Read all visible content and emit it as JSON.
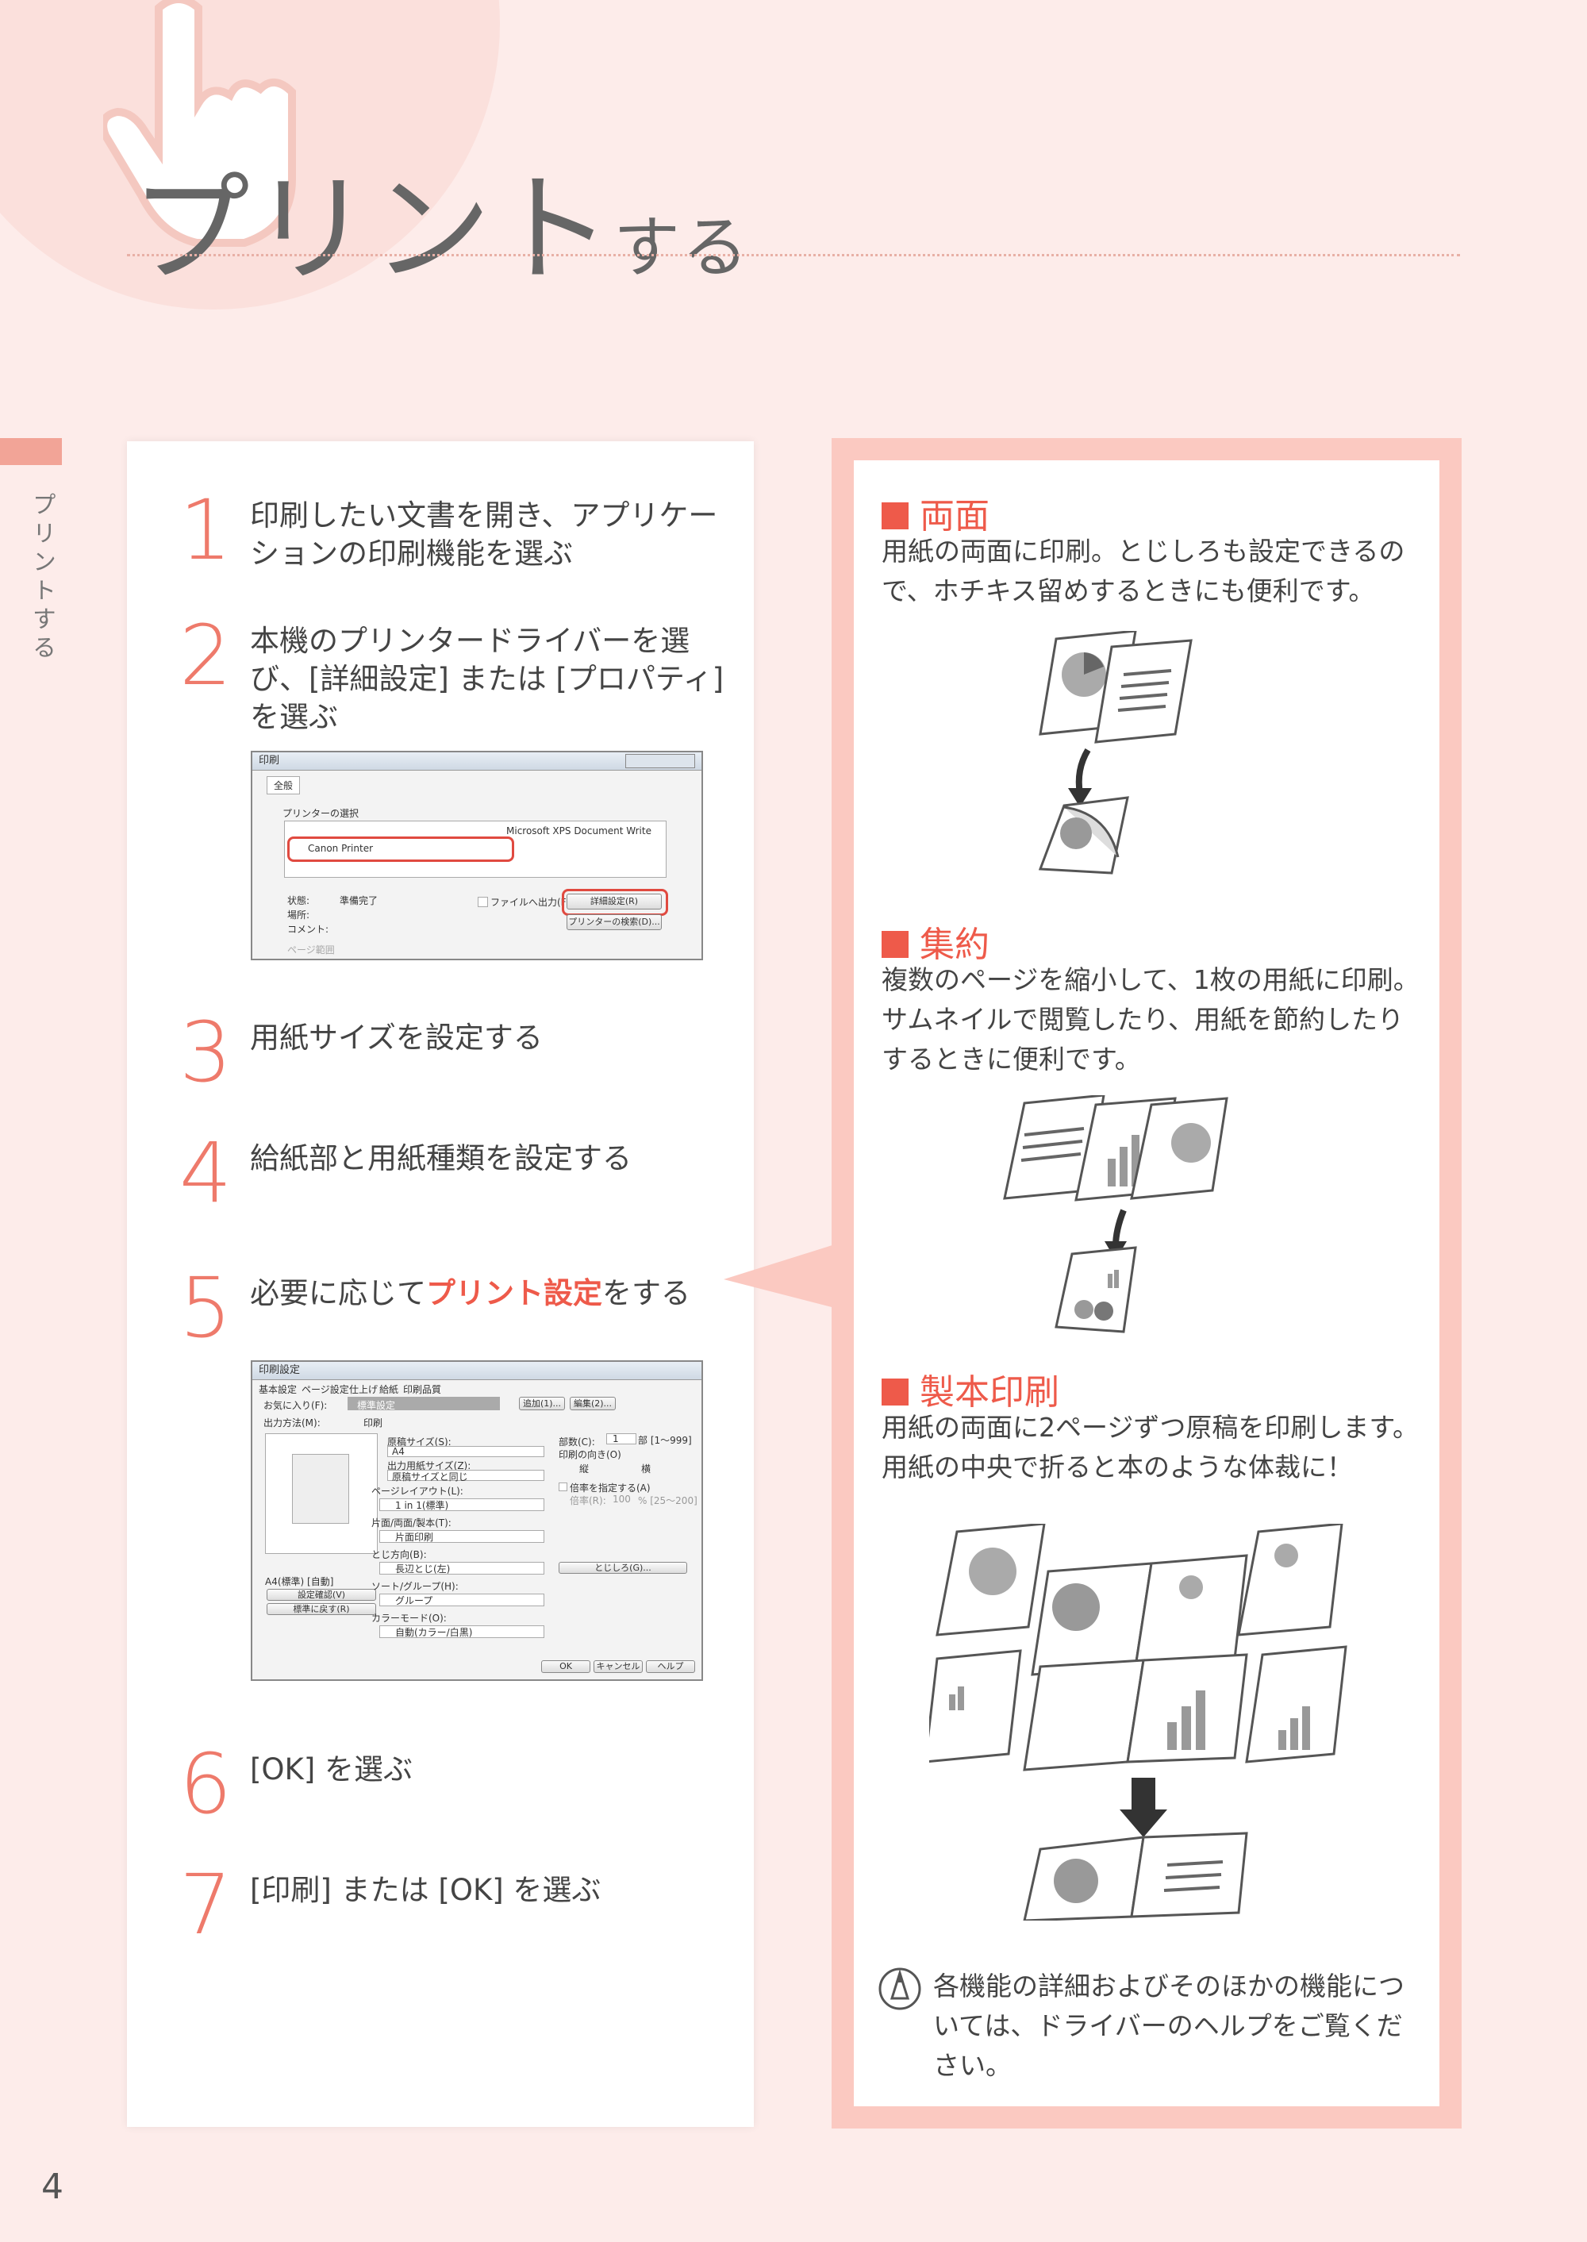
{
  "header": {
    "title": "プリント",
    "title_suffix": "する"
  },
  "sidebar": {
    "label": "プリントする"
  },
  "steps": [
    {
      "num": "1",
      "text": "印刷したい文書を開き、アプリケーションの印刷機能を選ぶ"
    },
    {
      "num": "2",
      "text": "本機のプリンタードライバーを選び、[詳細設定] または [プロパティ] を選ぶ"
    },
    {
      "num": "3",
      "text": "用紙サイズを設定する"
    },
    {
      "num": "4",
      "text": "給紙部と用紙種類を設定する"
    },
    {
      "num": "5",
      "text_before": "必要に応じて",
      "text_highlight": "プリント設定",
      "text_after": "をする"
    },
    {
      "num": "6",
      "text": "[OK] を選ぶ"
    },
    {
      "num": "7",
      "text": "[印刷] または [OK] を選ぶ"
    }
  ],
  "print_dialog": {
    "title": "印刷",
    "tab": "全般",
    "group": "プリンターの選択",
    "printer_other": "Microsoft XPS Document Write",
    "printer_selected": "Canon Printer",
    "status_label": "状態:",
    "status_value": "準備完了",
    "location_label": "場所:",
    "comment_label": "コメント:",
    "print_to_file": "ファイルへ出力(F)",
    "prefs_button": "詳細設定(R)",
    "find_button": "プリンターの検索(D)...",
    "page_range": "ページ範囲"
  },
  "settings_dialog": {
    "title": "印刷設定",
    "tabs": [
      "基本設定",
      "ページ設定",
      "仕上げ",
      "給紙",
      "印刷品質"
    ],
    "fav_label": "お気に入り(F):",
    "fav_value": "標準設定",
    "add_button": "追加(1)...",
    "edit_button": "編集(2)...",
    "output_label": "出力方法(M):",
    "output_value": "印刷",
    "paper_size_label": "原稿サイズ(S):",
    "paper_size_value": "A4",
    "output_size_label": "出力用紙サイズ(Z):",
    "output_size_value": "原稿サイズと同じ",
    "copies_label": "部数(C):",
    "copies_value": "1",
    "copies_range": "部 [1～999]",
    "orientation_label": "印刷の向き(O)",
    "orientation_portrait": "縦",
    "orientation_landscape": "横",
    "layout_label": "ページレイアウト(L):",
    "layout_value": "1 in 1(標準)",
    "duplex_label": "片面/両面/製本(T):",
    "duplex_value": "片面印刷",
    "binding_label": "とじ方向(B):",
    "binding_value": "長辺とじ(左)",
    "sort_label": "ソート/グループ(H):",
    "sort_value": "グループ",
    "color_label": "カラーモード(O):",
    "color_value": "自動(カラー/白黒)",
    "zoom_check": "倍率を指定する(A)",
    "zoom_label": "倍率(R):",
    "zoom_value": "100",
    "zoom_range": "% [25～200]",
    "margin_button": "とじしろ(G)...",
    "preview_caption": "A4(標準) [自動]",
    "details_button": "設定確認(V)",
    "restore_button": "標準に戻す(R)",
    "ok": "OK",
    "cancel": "キャンセル",
    "help": "ヘルプ"
  },
  "features": [
    {
      "title": "両面",
      "text": "用紙の両面に印刷。とじしろも設定できるので、ホチキス留めするときにも便利です。"
    },
    {
      "title": "集約",
      "text": "複数のページを縮小して、1枚の用紙に印刷。サムネイルで閲覧したり、用紙を節約したりするときに便利です。"
    },
    {
      "title": "製本印刷",
      "text": "用紙の両面に2ページずつ原稿を印刷します。用紙の中央で折ると本のような体裁に！"
    }
  ],
  "note": "各機能の詳細およびそのほかの機能については、ドライバーのヘルプをご覧ください。",
  "page_number": "4",
  "colors": {
    "accent": "#ee5a4a",
    "step_number": "#ee7a6b",
    "panel_frame": "#fbc9c1",
    "background": "#fdecea"
  }
}
